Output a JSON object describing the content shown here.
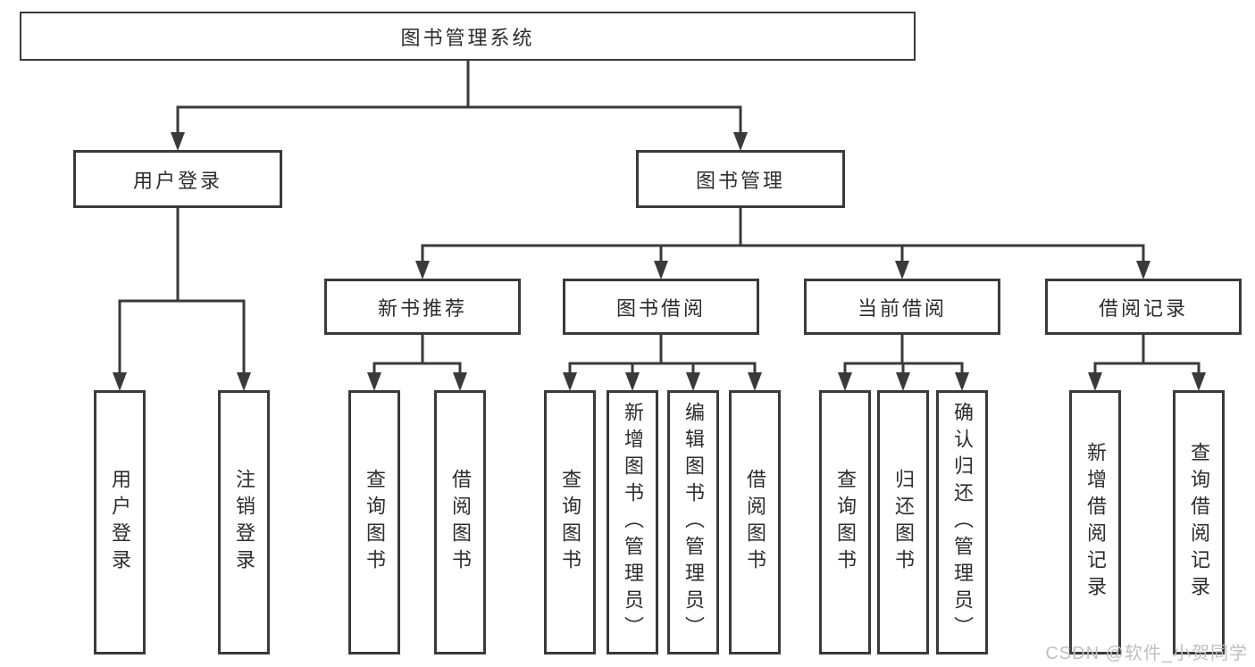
{
  "diagram": {
    "root": "图书管理系统",
    "level2": [
      "用户登录",
      "图书管理"
    ],
    "level3": [
      "新书推荐",
      "图书借阅",
      "当前借阅",
      "借阅记录"
    ],
    "leaves": {
      "user_login": [
        "用户登录",
        "注销登录"
      ],
      "new_book": [
        "查询图书",
        "借阅图书"
      ],
      "book_borrow": [
        "查询图书",
        "新增图书（管理员）",
        "编辑图书（管理员）",
        "借阅图书"
      ],
      "current_borrow": [
        "查询图书",
        "归还图书",
        "确认归还（管理员）"
      ],
      "borrow_records": [
        "新增借阅记录",
        "查询借阅记录"
      ]
    }
  },
  "watermark": "CSDN @软件_小贺同学",
  "colors": {
    "line": "#3a3a3a",
    "text": "#2d2d2d",
    "watermark": "#c0c0c0",
    "background": "#ffffff"
  }
}
